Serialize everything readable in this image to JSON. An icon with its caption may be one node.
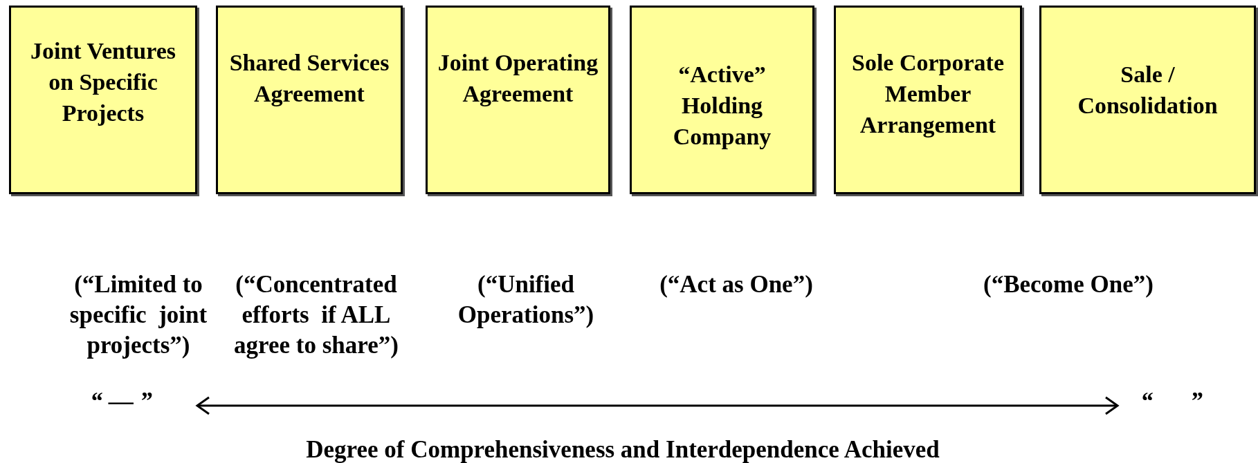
{
  "diagram": {
    "nodes": [
      {
        "text": [
          "Joint Ventures on Specific Projects"
        ]
      },
      {
        "text": [
          "Shared Services Agreement"
        ]
      },
      {
        "text": [
          "Joint Operating Agreement"
        ]
      },
      {
        "text": [
          "“Active” Holding Company"
        ]
      },
      {
        "text": [
          "Sole Corporate Member Arrangement"
        ]
      },
      {
        "text": [
          "Sale / Consolidation"
        ]
      }
    ],
    "labels": [
      "(“Limited to specific  joint projects”)",
      "(“Concentrated efforts  if ALL agree to share”)",
      "(“Unified Operations”)",
      "(“Act as One”)",
      "(“Become One”)",
      "“ — ”",
      "“      ”",
      "Degree of Comprehensiveness and Interdependence Achieved"
    ]
  }
}
